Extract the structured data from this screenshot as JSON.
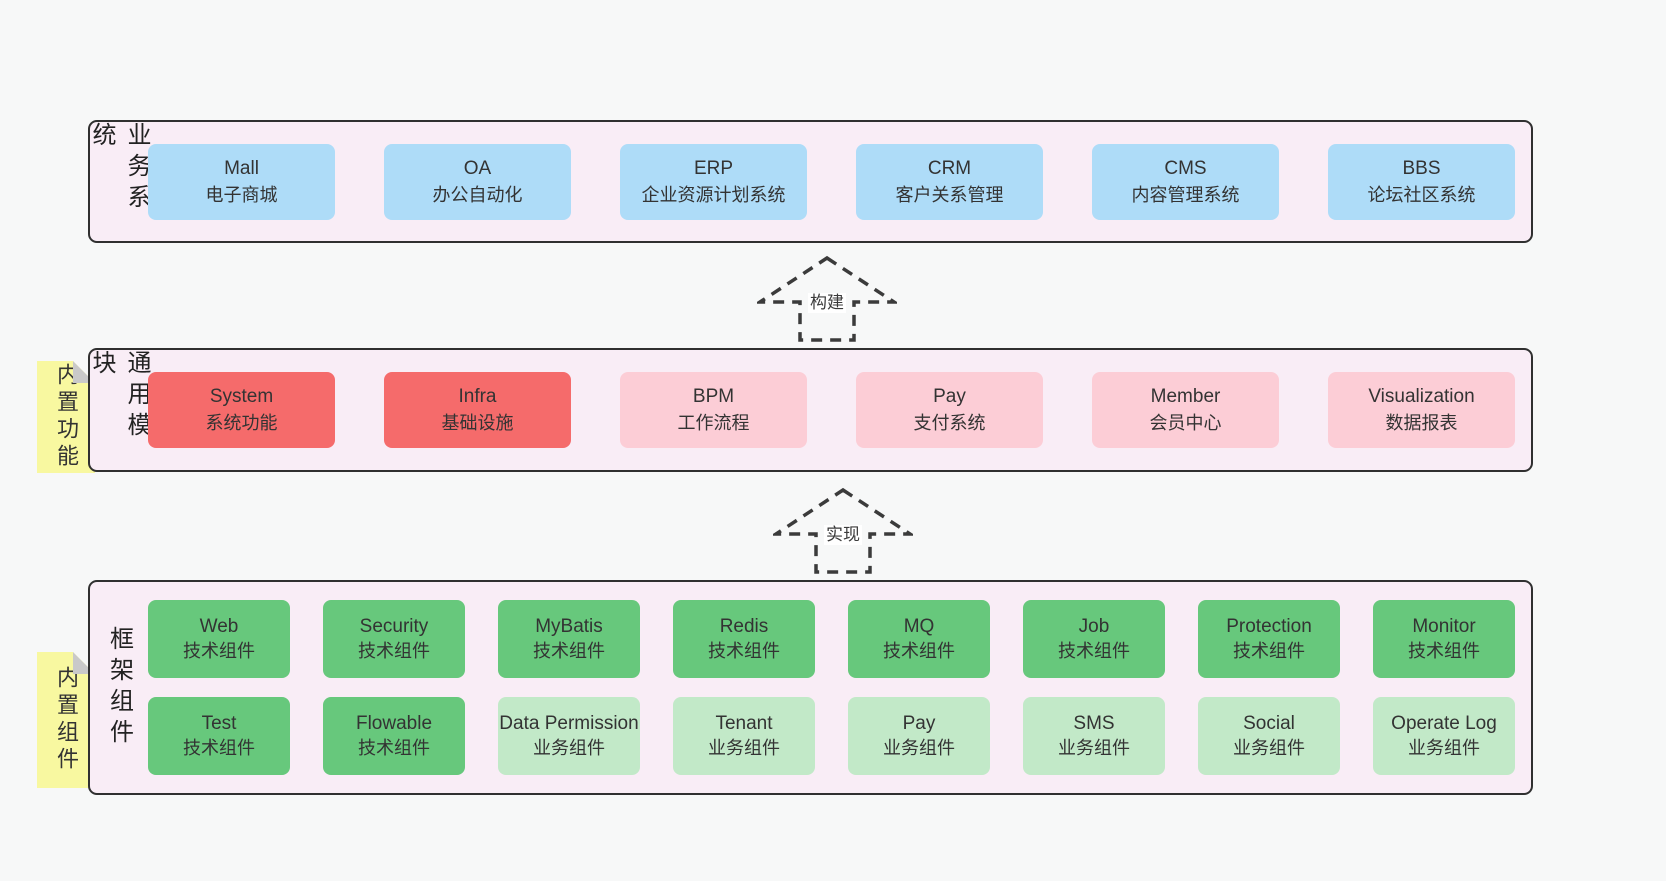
{
  "colors": {
    "page_bg": "#f7f8f8",
    "layer_bg": "#f9edf6",
    "layer_border": "#303030",
    "business_box": "#aedcf8",
    "core_module_box": "#f56b6b",
    "optional_module_box": "#fccdd6",
    "tech_component_box": "#67c87c",
    "biz_component_box": "#c2e9c8",
    "sticky_bg": "#f8f8a0",
    "sticky_fold": "#c9c9c9"
  },
  "arrows": [
    {
      "label": "构建"
    },
    {
      "label": "实现"
    }
  ],
  "layers": [
    {
      "title": "业务系统",
      "boxes": [
        {
          "name": "Mall",
          "desc": "电子商城"
        },
        {
          "name": "OA",
          "desc": "办公自动化"
        },
        {
          "name": "ERP",
          "desc": "企业资源计划系统"
        },
        {
          "name": "CRM",
          "desc": "客户关系管理"
        },
        {
          "name": "CMS",
          "desc": "内容管理系统"
        },
        {
          "name": "BBS",
          "desc": "论坛社区系统"
        }
      ]
    },
    {
      "title": "通用模块",
      "sticky": "内置功能",
      "boxes": [
        {
          "name": "System",
          "desc": "系统功能"
        },
        {
          "name": "Infra",
          "desc": "基础设施"
        },
        {
          "name": "BPM",
          "desc": "工作流程"
        },
        {
          "name": "Pay",
          "desc": "支付系统"
        },
        {
          "name": "Member",
          "desc": "会员中心"
        },
        {
          "name": "Visualization",
          "desc": "数据报表"
        }
      ]
    },
    {
      "title": "框架组件",
      "sticky": "内置组件",
      "rows": [
        [
          {
            "name": "Web",
            "desc": "技术组件"
          },
          {
            "name": "Security",
            "desc": "技术组件"
          },
          {
            "name": "MyBatis",
            "desc": "技术组件"
          },
          {
            "name": "Redis",
            "desc": "技术组件"
          },
          {
            "name": "MQ",
            "desc": "技术组件"
          },
          {
            "name": "Job",
            "desc": "技术组件"
          },
          {
            "name": "Protection",
            "desc": "技术组件"
          },
          {
            "name": "Monitor",
            "desc": "技术组件"
          }
        ],
        [
          {
            "name": "Test",
            "desc": "技术组件"
          },
          {
            "name": "Flowable",
            "desc": "技术组件"
          },
          {
            "name": "Data Permission",
            "desc": "业务组件"
          },
          {
            "name": "Tenant",
            "desc": "业务组件"
          },
          {
            "name": "Pay",
            "desc": "业务组件"
          },
          {
            "name": "SMS",
            "desc": "业务组件"
          },
          {
            "name": "Social",
            "desc": "业务组件"
          },
          {
            "name": "Operate Log",
            "desc": "业务组件"
          }
        ]
      ]
    }
  ]
}
